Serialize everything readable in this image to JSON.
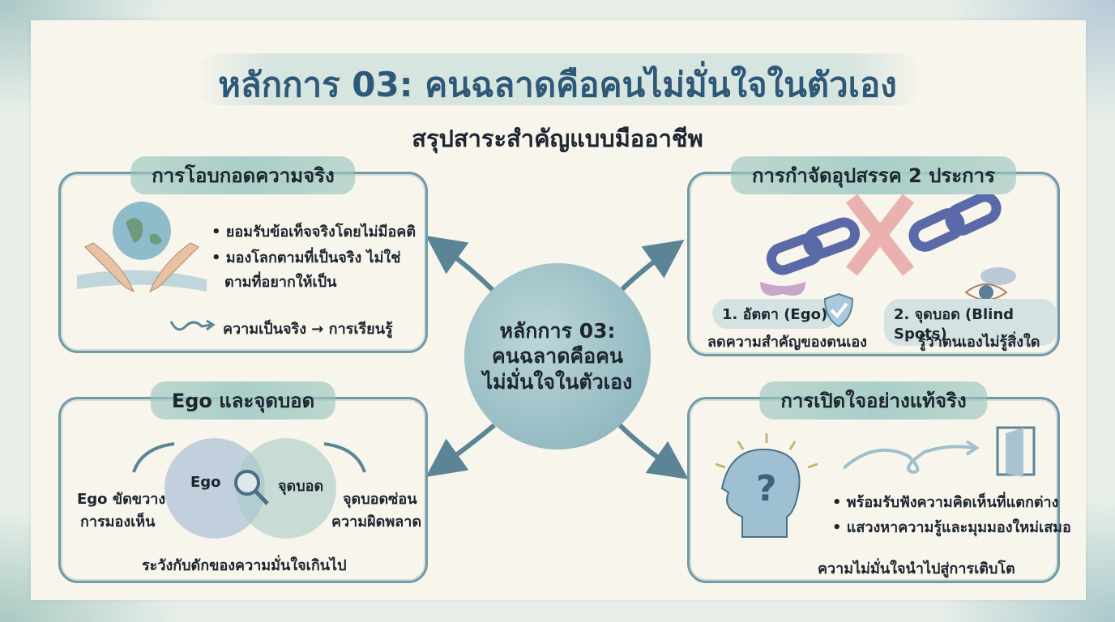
{
  "header": {
    "title": "หลักการ 03: คนฉลาดคือคนไม่มั่นใจในตัวเอง",
    "subtitle": "สรุปสาระสำคัญแบบมืออาชีพ"
  },
  "hub": {
    "line1": "หลักการ 03:",
    "line2": "คนฉลาดคือคน",
    "line3": "ไม่มั่นใจในตัวเอง"
  },
  "embrace": {
    "title": "การโอบกอดความจริง",
    "bullets": [
      "ยอมรับข้อเท็จจริงโดยไม่มีอคติ",
      "มองโลกตามที่เป็นจริง ไม่ใช่",
      "ตามที่อยากให้เป็น"
    ],
    "flow_from": "ความเป็นจริง",
    "flow_arrow": "→",
    "flow_to": "การเรียนรู้"
  },
  "obstacles": {
    "title": "การกำจัดอุปสรรค 2 ประการ",
    "item1": {
      "label": "1. อัตตา (Ego)",
      "desc": "ลดความสำคัญของตนเอง"
    },
    "item2": {
      "label": "2. จุดบอด (Blind Spots)",
      "desc": "รู้ว่าตนเองไม่รู้สิ่งใด"
    }
  },
  "ego": {
    "title": "Ego และจุดบอด",
    "circle_left": "Ego",
    "circle_right": "จุดบอด",
    "left_line1": "Ego ขัดขวาง",
    "left_line2": "การมองเห็น",
    "right_line1": "จุดบอดซ่อน",
    "right_line2": "ความผิดพลาด",
    "footer": "ระวังกับดักของความมั่นใจเกินไป"
  },
  "open": {
    "title": "การเปิดใจอย่างแท้จริง",
    "bullets": [
      "พร้อมรับฟังความคิดเห็นที่แตกต่าง",
      "แสวงหาความรู้และมุมมองใหม่เสมอ"
    ],
    "footer": "ความไม่มั่นใจนำไปสู่การเติบโต"
  },
  "colors": {
    "title": "#2e5877",
    "frame": "#6f9aa6",
    "wash": "#a9cfc8",
    "accent_red": "#e8a1a1",
    "chain": "#5a6aa8"
  }
}
